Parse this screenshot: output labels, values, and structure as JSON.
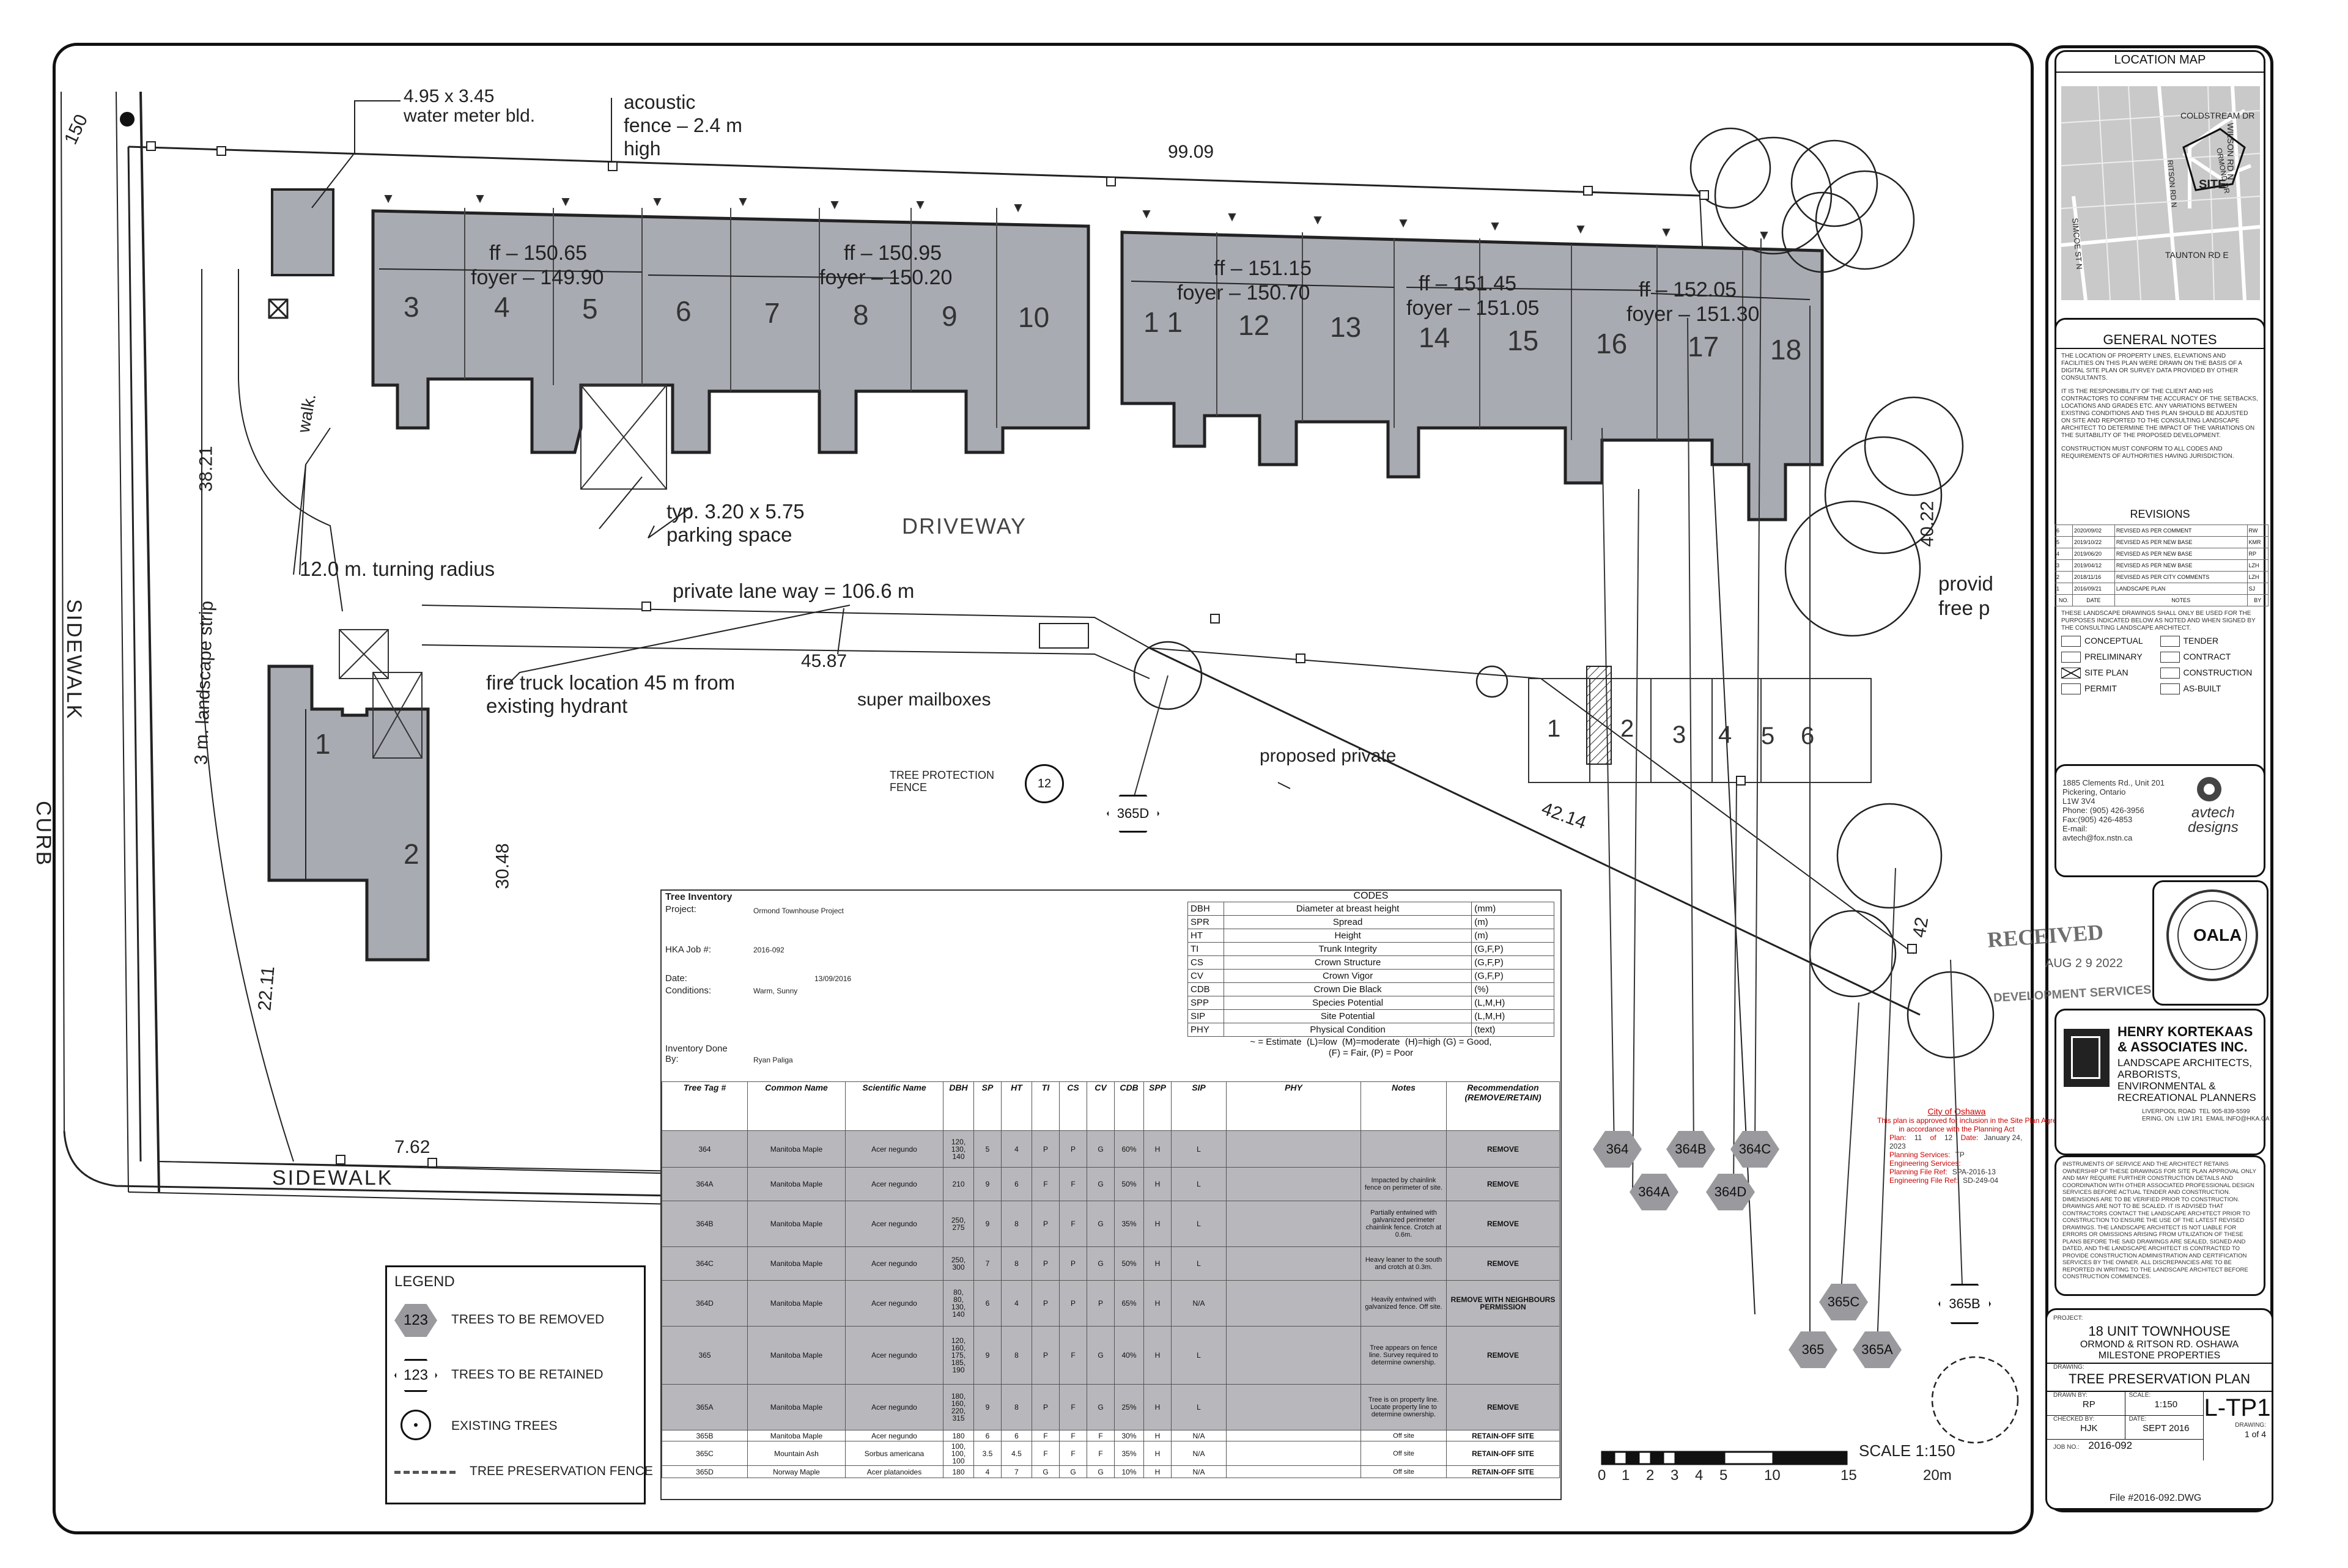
{
  "plan": {
    "water_meter": "4.95 x 3.45\nwater meter bld.",
    "fence": "acoustic\nfence – 2.4 m\nhigh",
    "dist_top": "99.09",
    "dist_150": "150",
    "ff_left": [
      {
        "ff": "ff – 150.65",
        "foyer": "foyer – 149.90"
      },
      {
        "ff": "ff – 150.95",
        "foyer": "foyer – 150.20"
      }
    ],
    "ff_right": [
      {
        "ff": "ff – 151.15",
        "foyer": "foyer – 150.70"
      },
      {
        "ff": "ff – 151.45",
        "foyer": "foyer – 151.05"
      },
      {
        "ff": "ff – 152.05",
        "foyer": "foyer – 151.30"
      }
    ],
    "unit_numbers_left": [
      "3",
      "4",
      "5",
      "6",
      "7",
      "8",
      "9",
      "10"
    ],
    "unit_numbers_right": [
      "1 1",
      "12",
      "13",
      "14",
      "15",
      "16",
      "17",
      "18"
    ],
    "unit_1": "1",
    "unit_2": "2",
    "walk": "walk.",
    "parking_space": "typ. 3.20 x 5.75\nparking space",
    "driveway": "DRIVEWAY",
    "turning_radius": "12.0 m. turning radius",
    "private_lane": "private lane way = 106.6 m",
    "dist_4587": "45.87",
    "fire_truck": "fire truck location 45 m from\nexisting hydrant",
    "super_mailboxes": "super mailboxes",
    "tree_protection": "TREE PROTECTION\nFENCE",
    "proposed_private": "proposed private",
    "provide_free": "provid\nfree p",
    "dist_3821": "38.21",
    "dist_3048": "30.48",
    "dist_2211": "22.11",
    "dist_762": "7.62",
    "dist_4214": "42.14",
    "dist_4022": "40.22",
    "dist_42": "42",
    "landscape_strip": "3 m. landscape strip",
    "sidewalk": "SIDEWALK",
    "curb": "CURB",
    "parking_numbers": [
      "1",
      "2",
      "3",
      "4",
      "5",
      "6"
    ],
    "tree_tag_12": "12",
    "tree_tag_365d": "365D",
    "tree_tags_bottom": [
      "364",
      "364B",
      "364C",
      "364A",
      "364D",
      "365C",
      "365B",
      "365",
      "365A"
    ],
    "scale_label": "SCALE 1:150",
    "scale_ticks": [
      "0",
      "1",
      "2",
      "3",
      "4",
      "5",
      "10",
      "15",
      "20m"
    ]
  },
  "legend": {
    "title": "LEGEND",
    "sample": "123",
    "removed": "TREES TO BE REMOVED",
    "retained": "TREES TO BE RETAINED",
    "existing": "EXISTING TREES",
    "fence": "TREE PRESERVATION FENCE"
  },
  "inventory": {
    "title": "Tree Inventory",
    "project_label": "Project:",
    "project": "Ormond Townhouse Project",
    "job_label": "HKA Job #:",
    "job": "2016-092",
    "date_label": "Date:",
    "date": "13/09/2016",
    "conditions_label": "Conditions:",
    "conditions": "Warm, Sunny",
    "done_label": "Inventory Done\nBy:",
    "done_by": "Ryan Paliga",
    "codes_title": "CODES",
    "codes": [
      [
        "DBH",
        "Diameter at breast height",
        "(mm)"
      ],
      [
        "SPR",
        "Spread",
        "(m)"
      ],
      [
        "HT",
        "Height",
        "(m)"
      ],
      [
        "TI",
        "Trunk Integrity",
        "(G,F,P)"
      ],
      [
        "CS",
        "Crown Structure",
        "(G,F,P)"
      ],
      [
        "CV",
        "Crown Vigor",
        "(G,F,P)"
      ],
      [
        "CDB",
        "Crown Die Black",
        "(%)"
      ],
      [
        "SPP",
        "Species Potential",
        "(L,M,H)"
      ],
      [
        "SIP",
        "Site Potential",
        "(L,M,H)"
      ],
      [
        "PHY",
        "Physical Condition",
        "(text)"
      ]
    ],
    "codes_note": "~ = Estimate  (L)=low  (M)=moderate  (H)=high (G) = Good,\n(F) = Fair, (P) = Poor",
    "headers": [
      "Tree Tag #",
      "Common Name",
      "Scientific Name",
      "DBH",
      "SP",
      "HT",
      "TI",
      "CS",
      "CV",
      "CDB",
      "SPP",
      "SIP",
      "PHY",
      "Notes",
      "Recommendation\n(REMOVE/RETAIN)"
    ],
    "rows": [
      {
        "removed": true,
        "cells": [
          "364",
          "Manitoba Maple",
          "Acer negundo",
          "120,\n130,\n140",
          "5",
          "4",
          "P",
          "P",
          "G",
          "60%",
          "H",
          "L",
          "",
          "",
          "REMOVE"
        ]
      },
      {
        "removed": true,
        "cells": [
          "364A",
          "Manitoba Maple",
          "Acer negundo",
          "210",
          "9",
          "6",
          "F",
          "F",
          "G",
          "50%",
          "H",
          "L",
          "",
          "Impacted by chainlink fence on perimeter of site.",
          "REMOVE"
        ]
      },
      {
        "removed": true,
        "cells": [
          "364B",
          "Manitoba Maple",
          "Acer negundo",
          "250,\n275",
          "9",
          "8",
          "P",
          "F",
          "G",
          "35%",
          "H",
          "L",
          "",
          "Partially entwined with galvanized perimeter chainlink fence. Crotch at 0.6m.",
          "REMOVE"
        ]
      },
      {
        "removed": true,
        "cells": [
          "364C",
          "Manitoba Maple",
          "Acer negundo",
          "250,\n300",
          "7",
          "8",
          "P",
          "P",
          "G",
          "50%",
          "H",
          "L",
          "",
          "Heavy leaner to the south and crotch at 0.3m.",
          "REMOVE"
        ]
      },
      {
        "removed": true,
        "cells": [
          "364D",
          "Manitoba Maple",
          "Acer negundo",
          "80,\n80,\n130,\n140",
          "6",
          "4",
          "P",
          "P",
          "P",
          "65%",
          "H",
          "N/A",
          "",
          "Heavily entwined with galvanized fence. Off site.",
          "REMOVE WITH NEIGHBOURS PERMISSION"
        ]
      },
      {
        "removed": true,
        "cells": [
          "365",
          "Manitoba Maple",
          "Acer negundo",
          "120,\n160,\n175,\n185,\n190",
          "9",
          "8",
          "P",
          "F",
          "G",
          "40%",
          "H",
          "L",
          "",
          "Tree appears on fence line. Survey required to determine ownership.",
          "REMOVE"
        ]
      },
      {
        "removed": true,
        "cells": [
          "365A",
          "Manitoba Maple",
          "Acer negundo",
          "180,\n160,\n220,\n315",
          "9",
          "8",
          "P",
          "F",
          "G",
          "25%",
          "H",
          "L",
          "",
          "Tree is on property line. Locate property line to determine ownership.",
          "REMOVE"
        ]
      },
      {
        "removed": false,
        "cells": [
          "365B",
          "Manitoba Maple",
          "Acer negundo",
          "180",
          "6",
          "6",
          "F",
          "F",
          "F",
          "30%",
          "H",
          "N/A",
          "",
          "Off site",
          "RETAIN-OFF SITE"
        ]
      },
      {
        "removed": false,
        "cells": [
          "365C",
          "Mountain Ash",
          "Sorbus americana",
          "100,\n100,\n100",
          "3.5",
          "4.5",
          "F",
          "F",
          "F",
          "35%",
          "H",
          "N/A",
          "",
          "Off site",
          "RETAIN-OFF SITE"
        ]
      },
      {
        "removed": false,
        "cells": [
          "365D",
          "Norway Maple",
          "Acer platanoides",
          "180",
          "4",
          "7",
          "G",
          "G",
          "G",
          "10%",
          "H",
          "N/A",
          "",
          "Off site",
          "RETAIN-OFF SITE"
        ]
      }
    ]
  },
  "approval": {
    "city": "City of Oshawa",
    "text": "This plan is approved for inclusion in the Site Plan Agreement\nin accordance with the Planning Act",
    "plan_label": "Plan:",
    "plan_num": "11",
    "of_label": "of",
    "plan_total": "12",
    "date_label": "Date:",
    "date": "January 24, 2023",
    "planning_services": "Planning Services:",
    "engineering_services": "Engineering Services:",
    "planning_file": "Planning File Ref:",
    "planning_file_val": "SPA-2016-13",
    "engineering_file": "Engineering File Ref:",
    "engineering_file_val": "SD-249-04",
    "initials": "TP"
  },
  "stamp": {
    "received": "RECEIVED",
    "date": "AUG 2 9 2022",
    "dept": "DEVELOPMENT SERVICES"
  },
  "titleblock": {
    "location_map": "LOCATION MAP",
    "map_streets": [
      "COLDSTREAM DR",
      "WILSON RD N",
      "ORMOND DR",
      "RITSON RD N",
      "SITE",
      "SIMCOE ST N",
      "TAUNTON RD E"
    ],
    "general_notes": "GENERAL NOTES",
    "notes_text": [
      "THE LOCATION OF PROPERTY LINES, ELEVATIONS AND FACILITIES ON THIS PLAN WERE DRAWN ON THE BASIS OF A DIGITAL SITE PLAN OR SURVEY DATA PROVIDED BY OTHER CONSULTANTS.",
      "IT IS THE RESPONSIBILITY OF THE CLIENT AND HIS CONTRACTORS TO CONFIRM THE ACCURACY OF THE SETBACKS, LOCATIONS AND GRADES ETC. ANY VARIATIONS BETWEEN EXISTING CONDITIONS AND THIS PLAN SHOULD BE ADJUSTED ON SITE AND REPORTED TO THE CONSULTING LANDSCAPE ARCHITECT TO DETERMINE THE IMPACT OF THE VARIATIONS ON THE SUITABILITY OF THE PROPOSED DEVELOPMENT.",
      "CONSTRUCTION MUST CONFORM TO ALL CODES AND REQUIREMENTS OF AUTHORITIES HAVING JURISDICTION."
    ],
    "revisions": "REVISIONS",
    "rev_rows": [
      [
        "6",
        "2020/09/02",
        "REVISED AS PER COMMENT",
        "RW"
      ],
      [
        "5",
        "2019/10/22",
        "REVISED AS PER NEW BASE",
        "KMR"
      ],
      [
        "4",
        "2019/06/20",
        "REVISED AS PER NEW BASE",
        "RP"
      ],
      [
        "3",
        "2019/04/12",
        "REVISED AS PER NEW BASE",
        "LZH"
      ],
      [
        "2",
        "2018/11/16",
        "REVISED AS PER CITY COMMENTS",
        "LZH"
      ],
      [
        "1",
        "2016/09/21",
        "LANDSCAPE PLAN",
        "SJ"
      ]
    ],
    "rev_head": [
      "NO.",
      "DATE",
      "NOTES",
      "BY"
    ],
    "usage_note": "THESE LANDSCAPE DRAWINGS SHALL ONLY BE USED FOR THE PURPOSES INDICATED BELOW AS NOTED AND WHEN SIGNED BY THE CONSULTING LANDSCAPE ARCHITECT.",
    "status_left": [
      "CONCEPTUAL",
      "PRELIMINARY",
      "SITE PLAN",
      "PERMIT"
    ],
    "status_right": [
      "TENDER",
      "CONTRACT",
      "CONSTRUCTION",
      "AS-BUILT"
    ],
    "avtech_address": "1885 Clements Rd., Unit 201\nPickering, Ontario\nL1W 3V4\nPhone: (905) 426-3956\nFax:(905) 426-4853\nE-mail:\navtech@fox.nstn.ca",
    "avtech_logo": "avtech\ndesigns",
    "seal_text": "OALA",
    "hka_name": "HENRY KORTEKAAS\n& ASSOCIATES INC.",
    "hka_desc": "LANDSCAPE ARCHITECTS,\nARBORISTS,\nENVIRONMENTAL &\nRECREATIONAL PLANNERS",
    "hka_contact": "LIVERPOOL ROAD  TEL 905-839-5599\nERING, ON  L1W 1R1  EMAIL INFO@HKA.CA",
    "copyright": "INSTRUMENTS OF SERVICE AND THE ARCHITECT RETAINS OWNERSHIP OF THESE DRAWINGS FOR SITE PLAN APPROVAL ONLY AND MAY REQUIRE FURTHER CONSTRUCTION DETAILS AND COORDINATION WITH OTHER ASSOCIATED PROFESSIONAL DESIGN SERVICES BEFORE ACTUAL TENDER AND CONSTRUCTION. DIMENSIONS ARE TO BE VERIFIED PRIOR TO CONSTRUCTION. DRAWINGS ARE NOT TO BE SCALED. IT IS ADVISED THAT CONTRACTORS CONTACT THE LANDSCAPE ARCHITECT PRIOR TO CONSTRUCTION TO ENSURE THE USE OF THE LATEST REVISED DRAWINGS. THE LANDSCAPE ARCHITECT IS NOT LIABLE FOR ERRORS OR OMISSIONS ARISING FROM UTILIZATION OF THESE PLANS BEFORE THE SAID DRAWINGS ARE SEALED, SIGNED AND DATED, AND THE LANDSCAPE ARCHITECT IS CONTRACTED TO PROVIDE CONSTRUCTION ADMINISTRATION AND CERTIFICATION SERVICES BY THE OWNER. ALL DISCREPANCIES ARE TO BE REPORTED IN WRITING TO THE LANDSCAPE ARCHITECT BEFORE CONSTRUCTION COMMENCES.",
    "project_label": "PROJECT:",
    "project_name": "18 UNIT TOWNHOUSE",
    "project_address": "ORMOND & RITSON RD. OSHAWA",
    "project_owner": "MILESTONE PROPERTIES",
    "drawing_label": "DRAWING:",
    "drawing_title": "TREE PRESERVATION PLAN",
    "drawn_by_label": "DRAWN BY:",
    "drawn_by": "RP",
    "scale_label": "SCALE:",
    "scale": "1:150",
    "checked_by_label": "CHECKED BY:",
    "checked_by": "HJK",
    "date_label": "DATE:",
    "date": "SEPT 2016",
    "job_label": "JOB NO.:",
    "job": "2016-092",
    "sheet": "L-TP1",
    "drawing_no_label": "DRAWING:",
    "drawing_no": "1 of 4",
    "file": "File #2016-092.DWG"
  }
}
